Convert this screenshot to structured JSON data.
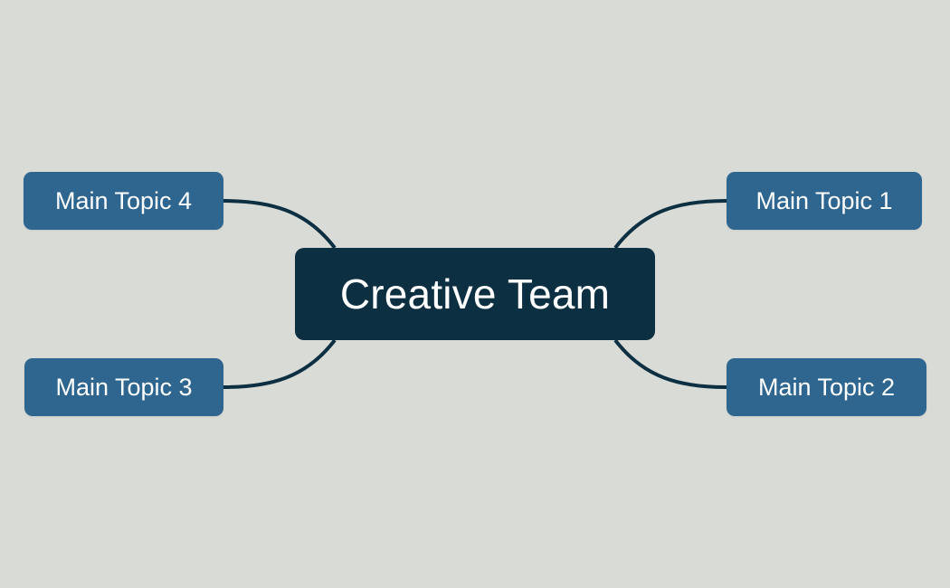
{
  "mindmap": {
    "central": {
      "label": "Creative Team"
    },
    "topics": [
      {
        "label": "Main Topic 1"
      },
      {
        "label": "Main Topic 2"
      },
      {
        "label": "Main Topic 3"
      },
      {
        "label": "Main Topic 4"
      }
    ]
  },
  "colors": {
    "background": "#d9dbd7",
    "central_fill": "#0c2f42",
    "topic_fill": "#2e6690",
    "connector": "#0c2f42",
    "text": "#ffffff"
  }
}
